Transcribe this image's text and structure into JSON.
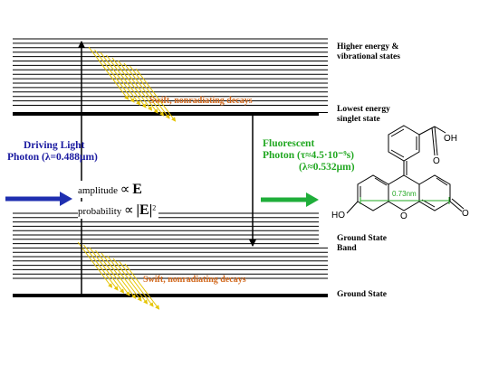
{
  "labels": {
    "higher_states": [
      "Higher energy &",
      "vibrational states"
    ],
    "lowest_singlet": [
      "Lowest energy",
      "singlet state"
    ],
    "ground_band": [
      "Ground State",
      "Band"
    ],
    "ground_state": "Ground State",
    "swift_decays_top": "Swift, nonradiating decays",
    "swift_decays_bottom": "Swift, nonradiating decays",
    "driving_light": [
      "Driving Light",
      "Photon (λ=0.488μm)"
    ],
    "fluorescent": [
      "Fluorescent",
      "Photon (τ≈4.5·10⁻⁹s)",
      "(λ≈0.532μm)"
    ]
  },
  "formula": {
    "amplitude_word": "amplitude",
    "probability_word": "probability",
    "proportional_symbol": "∝",
    "amplitude_expr": "E",
    "probability_expr": "|E|",
    "probability_power": "2"
  },
  "molecule": {
    "oh_label": "OH",
    "o_carbonyl_label": "O",
    "ho_label": "HO",
    "ring_o_label": "O",
    "keto_o_label": "O",
    "dimension": "0.73nm"
  },
  "colors": {
    "driving_arrow": "#1f2fb0",
    "fluorescent_arrow": "#1fae3a",
    "decay_arrow": "#e6c400",
    "decay_text": "#d2691e"
  }
}
